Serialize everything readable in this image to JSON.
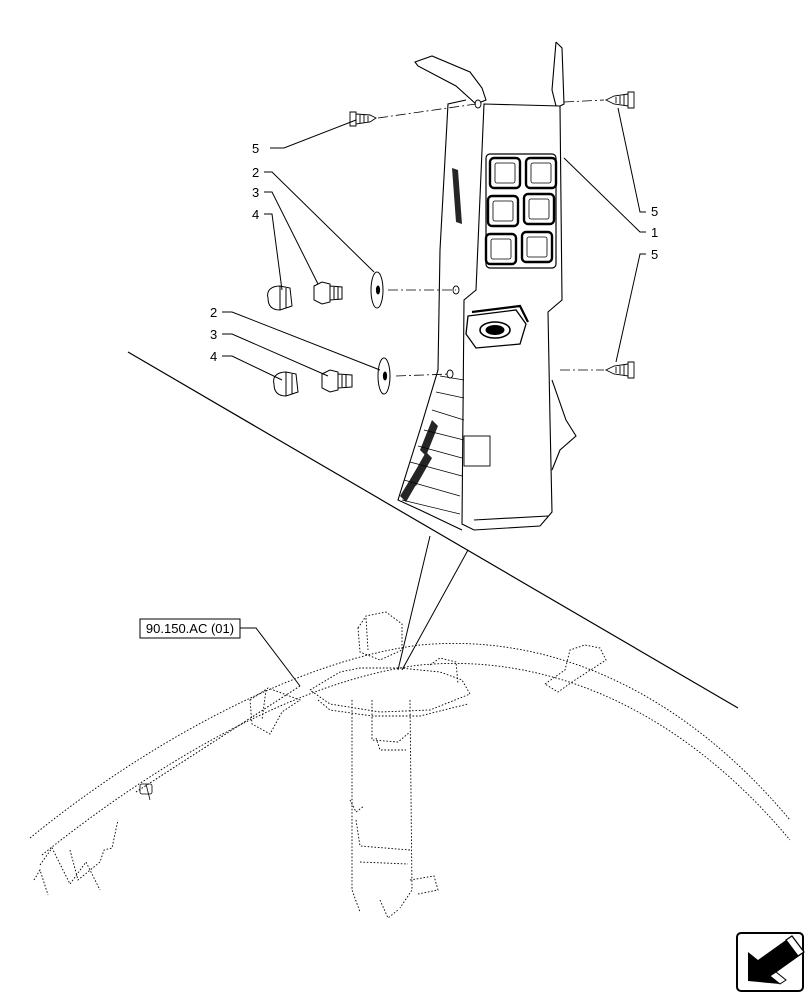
{
  "callouts": {
    "c1": "1",
    "c2a": "2",
    "c2b": "2",
    "c3a": "3",
    "c3b": "3",
    "c4a": "4",
    "c4b": "4",
    "c5a": "5",
    "c5b": "5",
    "c5c": "5"
  },
  "reference": {
    "label": "90.150.AC (01)"
  },
  "nav": {
    "icon": "arrow-icon"
  }
}
